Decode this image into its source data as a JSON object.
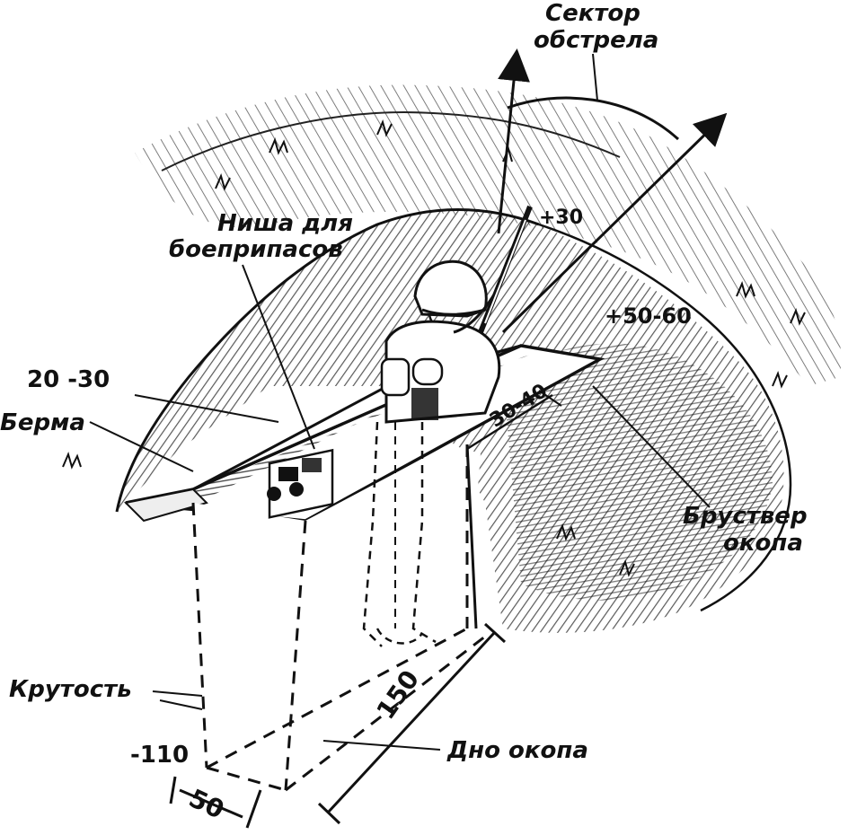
{
  "labels": {
    "sector_line1": "Сектор",
    "sector_line2": "обстрела",
    "niche_line1": "Ниша для",
    "niche_line2": "боеприпасов",
    "berm": "Берма",
    "parapet_line1": "Бруствер",
    "parapet_line2": "окопа",
    "steepness": "Крутость",
    "bottom": "Дно окопа"
  },
  "dimensions": {
    "d_20_30": "20 -30",
    "d_plus30": "+30",
    "d_plus50_60": "+50-60",
    "d_30_40": "30-40",
    "d_minus110": "-110",
    "d_150": "150",
    "d_50": "50"
  },
  "colors": {
    "ink": "#111111",
    "paper": "#ffffff",
    "shade": "#333333"
  }
}
